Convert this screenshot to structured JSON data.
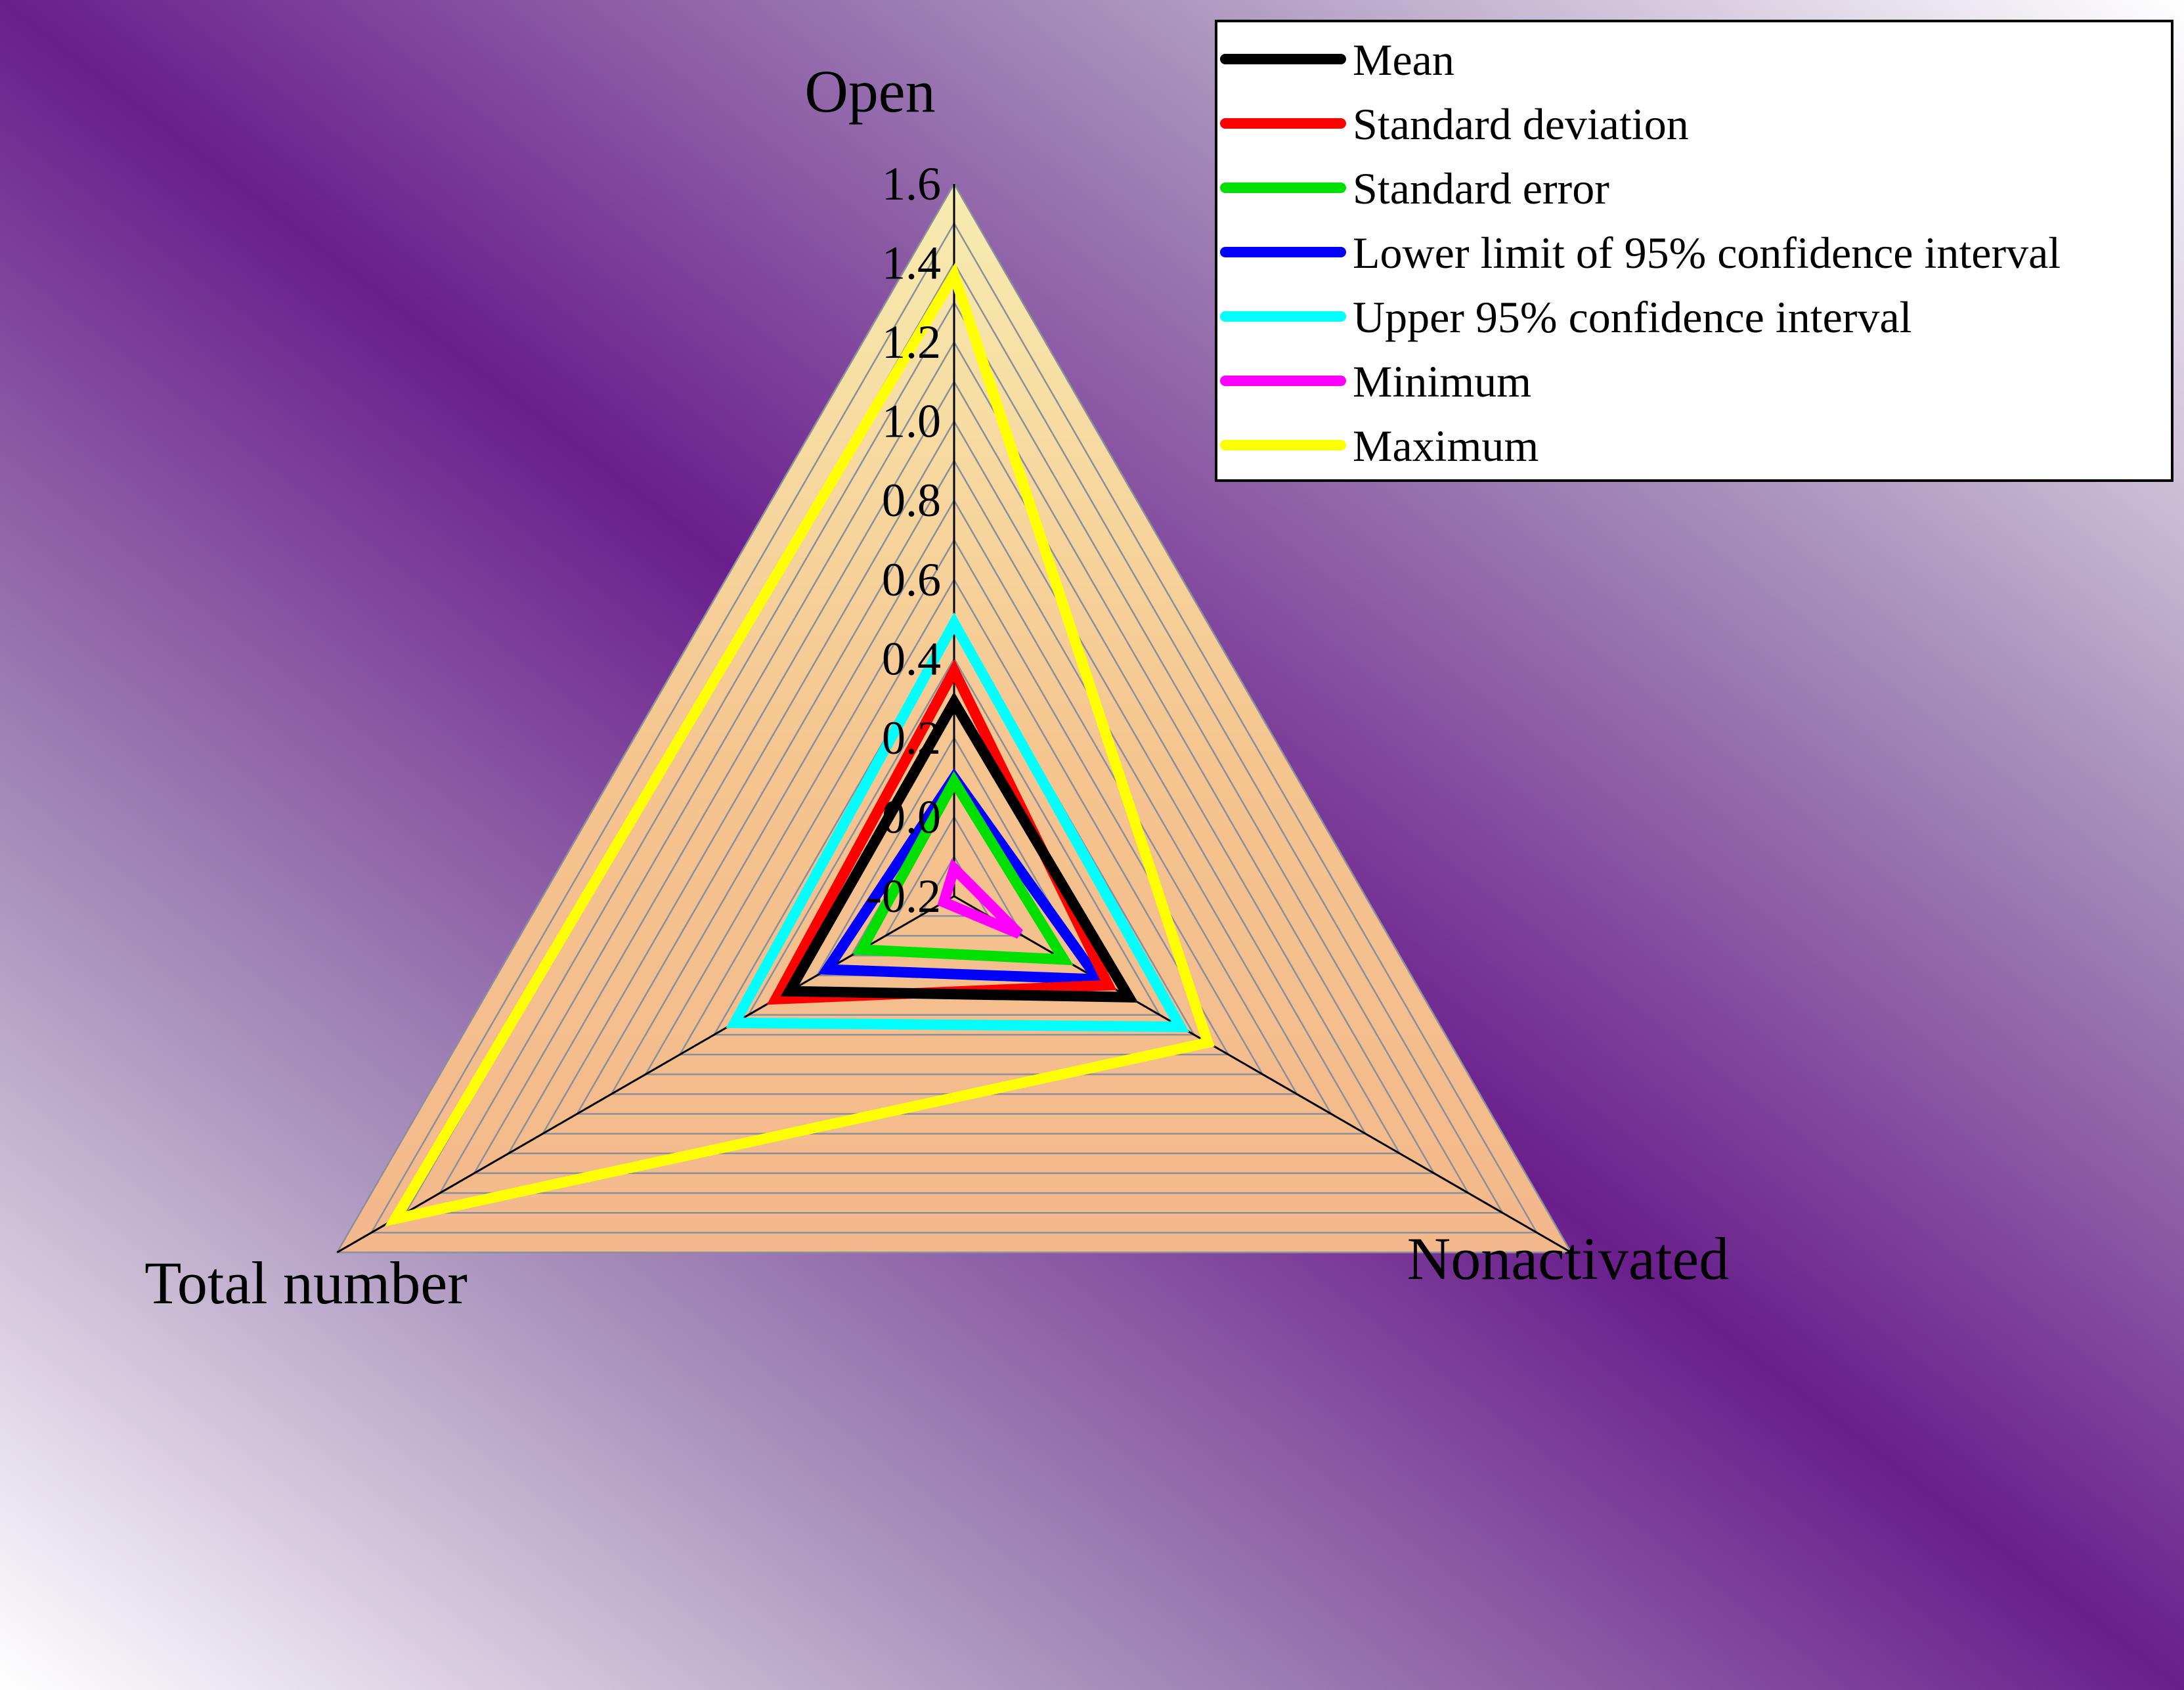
{
  "chart_data": {
    "type": "radar",
    "axes": [
      "Open",
      "Nonactivated",
      "Total number"
    ],
    "rlim": [
      -0.2,
      1.6
    ],
    "ticks": [
      "-0.2",
      "0.0",
      "0.2",
      "0.4",
      "0.6",
      "0.8",
      "1.0",
      "1.2",
      "1.4",
      "1.6"
    ],
    "tick_values": [
      -0.2,
      0.0,
      0.2,
      0.4,
      0.6,
      0.8,
      1.0,
      1.2,
      1.4,
      1.6
    ],
    "gridlines": true,
    "legend_position": "top-right",
    "series": [
      {
        "name": "Mean",
        "color": "#000000",
        "values": [
          0.29,
          0.31,
          0.28
        ]
      },
      {
        "name": "Standard deviation",
        "color": "#ff0000",
        "values": [
          0.37,
          0.25,
          0.32
        ]
      },
      {
        "name": "Standard error",
        "color": "#00e000",
        "values": [
          0.09,
          0.12,
          0.07
        ]
      },
      {
        "name": "Lower limit of 95% confidence interval",
        "color": "#0000ff",
        "values": [
          0.1,
          0.22,
          0.17
        ]
      },
      {
        "name": "Upper 95% confidence interval",
        "color": "#00ffff",
        "values": [
          0.49,
          0.46,
          0.44
        ]
      },
      {
        "name": "Minimum",
        "color": "#ff00ff",
        "values": [
          -0.13,
          -0.01,
          -0.17
        ]
      },
      {
        "name": "Maximum",
        "color": "#ffff00",
        "values": [
          1.37,
          0.54,
          1.43
        ]
      }
    ]
  },
  "colors": {
    "plot_fill": "#f5be8c",
    "grid": "#8a8f9c",
    "background_dark": "#6a1e8c",
    "background_light": "#ffffff"
  }
}
